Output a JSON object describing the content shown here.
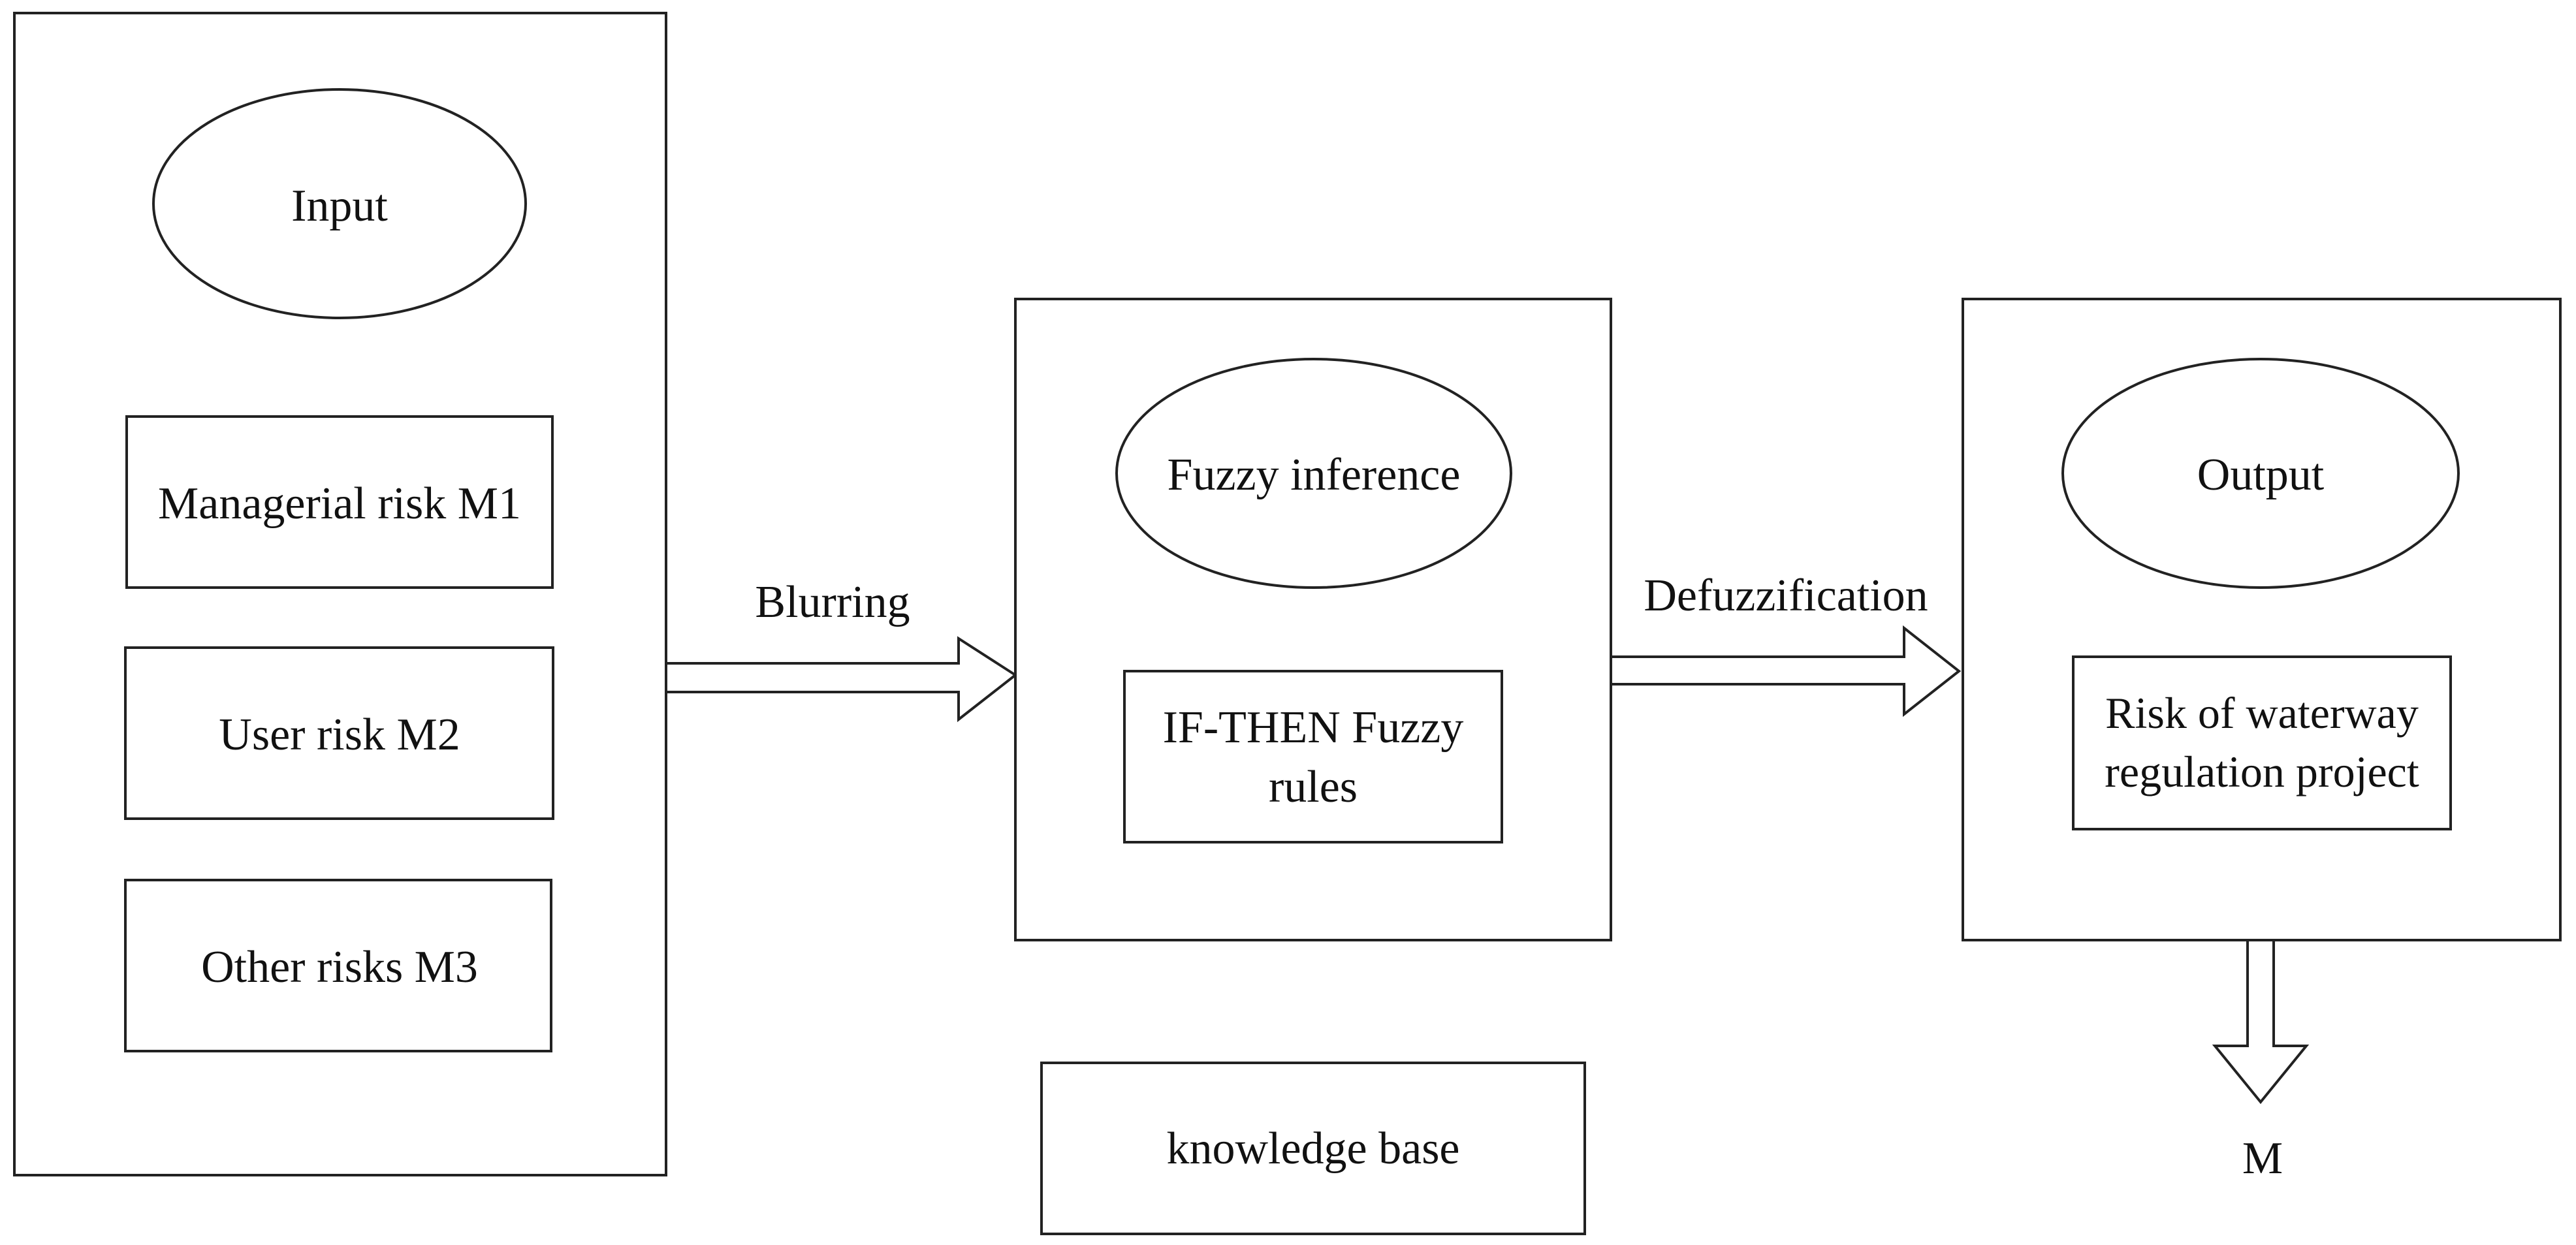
{
  "diagram": {
    "input": {
      "title": "Input",
      "items": [
        "Managerial risk M1",
        "User risk M2",
        "Other risks M3"
      ]
    },
    "inference": {
      "title": "Fuzzy inference",
      "rules_line1": "IF-THEN Fuzzy",
      "rules_line2": "rules"
    },
    "output": {
      "title": "Output",
      "result_line1": "Risk of waterway",
      "result_line2": "regulation project"
    },
    "arrows": {
      "blurring": "Blurring",
      "defuzzification": "Defuzzification",
      "final": "M"
    },
    "knowledge_base": "knowledge base",
    "colors": {
      "stroke": "#222222",
      "background": "#ffffff",
      "text": "#111111"
    }
  }
}
